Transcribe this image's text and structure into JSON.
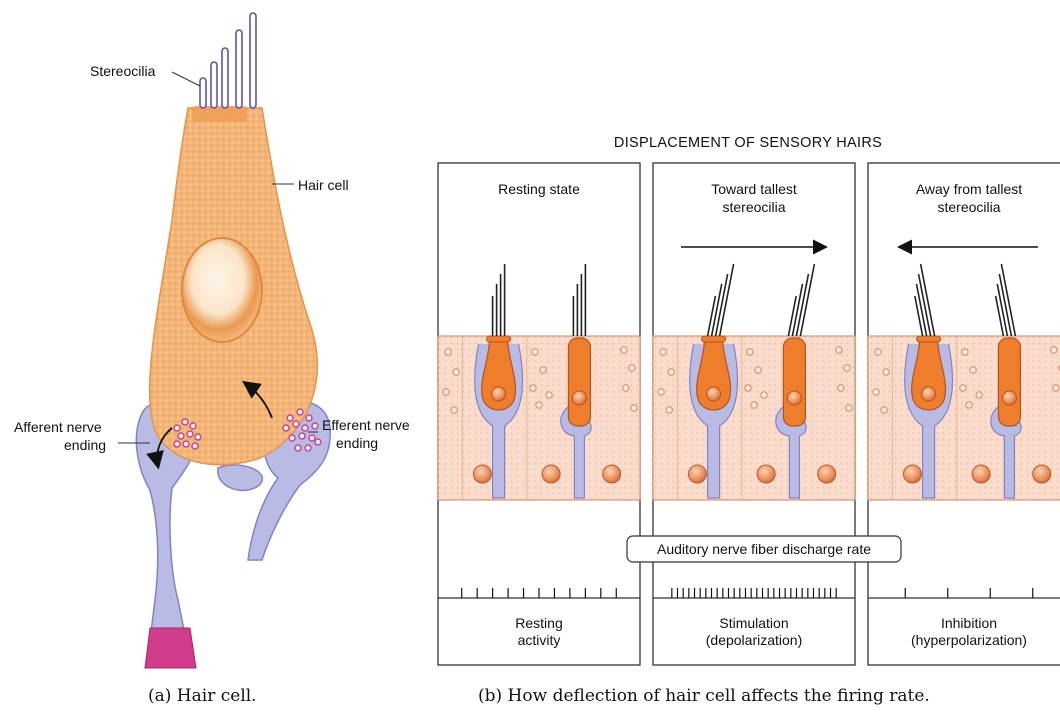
{
  "figure_a": {
    "labels": {
      "stereocilia": "Stereocilia",
      "hair_cell": "Hair cell",
      "afferent_1": "Afferent nerve",
      "afferent_2": "ending",
      "efferent_1": "Efferent nerve",
      "efferent_2": "ending"
    },
    "caption": "(a) Hair cell."
  },
  "figure_b": {
    "title": "DISPLACEMENT OF SENSORY HAIRS",
    "panels": [
      {
        "heading": [
          "Resting state"
        ],
        "arrow": "none",
        "activity": [
          "Resting",
          "activity"
        ],
        "spikes": 11
      },
      {
        "heading": [
          "Toward tallest",
          "stereocilia"
        ],
        "arrow": "right",
        "activity": [
          "Stimulation",
          "(depolarization)"
        ],
        "spikes": 30
      },
      {
        "heading": [
          "Away from tallest",
          "stereocilia"
        ],
        "arrow": "left",
        "activity": [
          "Inhibition",
          "(hyperpolarization)"
        ],
        "spikes": 4
      }
    ],
    "rate_label": "Auditory nerve fiber discharge rate",
    "caption": "(b) How deflection of hair cell affects the firing rate."
  },
  "colors": {
    "hair_cell_fill": "#f4b677",
    "hair_cell_dots": "#e38a4a",
    "nerve_fill": "#b9bbe4",
    "nerve_stroke": "#7f84c6",
    "stereocilia": "#5a54b8",
    "vesicle": "#c2478a",
    "tissue_fill": "#f8d9c7",
    "tissue_stroke": "#d9865f",
    "inner_cell": "#ee7d2c",
    "myelin": "#d13d8a"
  }
}
